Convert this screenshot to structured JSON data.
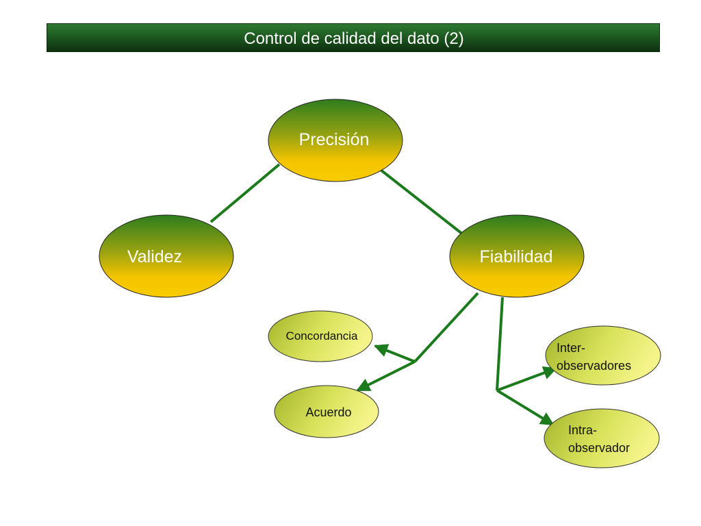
{
  "title": "Control de calidad del dato (2)",
  "colors": {
    "title_bar": "#1e5a21",
    "main_node_top": "#2e7d1e",
    "main_node_bottom": "#f5c400",
    "sub_node_dark": "#a8b82a",
    "sub_node_light": "#f2f07a",
    "connector": "#1b7a1b"
  },
  "nodes": {
    "precision": "Precisión",
    "validez": "Validez",
    "fiabilidad": "Fiabilidad",
    "concordancia": "Concordancia",
    "acuerdo": "Acuerdo",
    "inter_line1": "Inter-",
    "inter_line2": "observadores",
    "intra_line1": "Intra-",
    "intra_line2": "observador"
  }
}
